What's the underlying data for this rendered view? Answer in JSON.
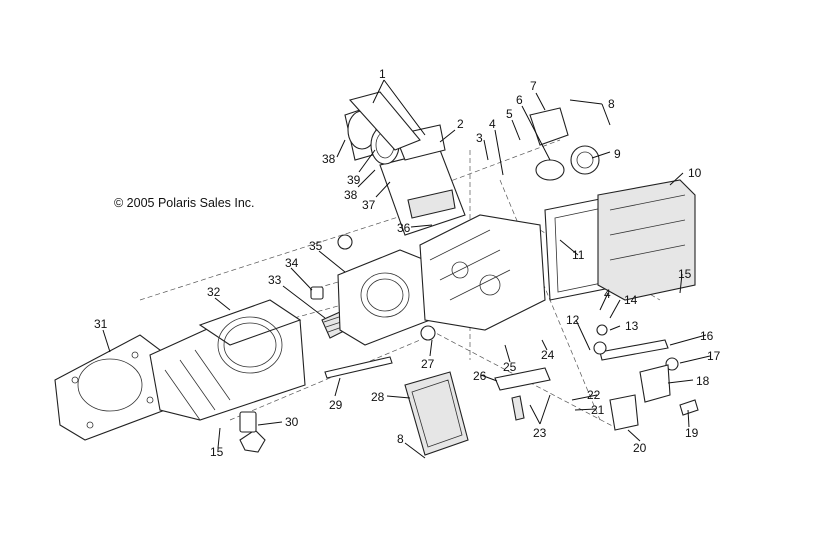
{
  "copyright": "© 2005 Polaris Sales Inc.",
  "callouts": [
    "1",
    "2",
    "3",
    "4",
    "5",
    "6",
    "7",
    "8",
    "9",
    "10",
    "11",
    "12",
    "13",
    "14",
    "15",
    "15",
    "16",
    "17",
    "18",
    "19",
    "20",
    "21",
    "22",
    "23",
    "24",
    "25",
    "26",
    "27",
    "28",
    "29",
    "30",
    "31",
    "32",
    "33",
    "34",
    "35",
    "36",
    "37",
    "38",
    "38",
    "39",
    "4",
    "8"
  ]
}
